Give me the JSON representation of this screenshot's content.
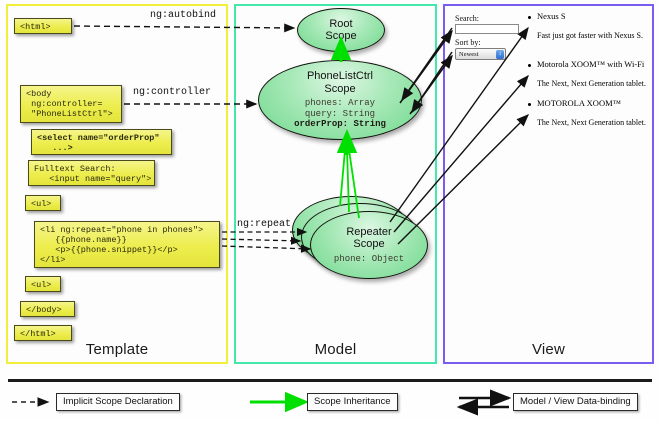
{
  "panels": [
    {
      "key": "template",
      "label": "Template",
      "border_color": "#f2ef3a"
    },
    {
      "key": "model",
      "label": "Model",
      "border_color": "#45e8a8"
    },
    {
      "key": "view",
      "label": "View",
      "border_color": "#7b5cf0"
    }
  ],
  "template": {
    "boxes": [
      {
        "name": "html-open-tag",
        "text": "<html>",
        "bold": false
      },
      {
        "name": "body-controller-tag",
        "text": "<body\n ng:controller=\n \"PhoneListCtrl\">",
        "bold": false
      },
      {
        "name": "select-orderprop-tag",
        "text": "<select name=\"orderProp\"\n   ...>",
        "bold": true
      },
      {
        "name": "fulltext-search-input",
        "text": "Fulltext Search:\n   <input name=\"query\">",
        "bold": false
      },
      {
        "name": "ul-open-tag",
        "text": "<ul>",
        "bold": false
      },
      {
        "name": "li-ngrepeat-tag",
        "text": "<li ng:repeat=\"phone in phones\">\n   {{phone.name}}\n   <p>{{phone.snippet}}</p>\n</li>",
        "bold": false
      },
      {
        "name": "ul-close-tag",
        "text": "<ul>",
        "bold": false
      },
      {
        "name": "body-close-tag",
        "text": "</body>",
        "bold": false
      },
      {
        "name": "html-close-tag",
        "text": "</html>",
        "bold": false
      }
    ]
  },
  "model": {
    "scopes": [
      {
        "name": "root-scope",
        "title": "Root\nScope",
        "props": []
      },
      {
        "name": "phonelistctrl-scope",
        "title": "PhoneListCtrl\nScope",
        "props": [
          {
            "text": "phones: Array",
            "bold": false
          },
          {
            "text": "query: String",
            "bold": false
          },
          {
            "text": "orderProp: String",
            "bold": true
          }
        ]
      },
      {
        "name": "repeater-scope",
        "title": "Repeater\nScope",
        "props": [
          {
            "text": "phone: Object",
            "bold": false
          }
        ]
      }
    ]
  },
  "edges": {
    "ng_autobind": "ng:autobind",
    "ng_controller": "ng:controller",
    "ng_repeat": "ng:repeat"
  },
  "view": {
    "search_label": "Search:",
    "search_value": "",
    "sort_label": "Sort by:",
    "sort_value": "Newest",
    "phones": [
      {
        "name": "Nexus S",
        "snippet": "Fast just got faster with Nexus S."
      },
      {
        "name": "Motorola XOOM™ with Wi-Fi",
        "snippet": "The Next, Next Generation tablet."
      },
      {
        "name": "MOTOROLA XOOM™",
        "snippet": "The Next, Next Generation tablet."
      }
    ]
  },
  "legend": [
    {
      "name": "legend-implicit-scope-declaration",
      "label": "Implicit Scope Declaration",
      "style": "dashed-arrow",
      "color": "#1b1b1b"
    },
    {
      "name": "legend-scope-inheritance",
      "label": "Scope Inheritance",
      "style": "green-arrow",
      "color": "#00e000"
    },
    {
      "name": "legend-model-view-databinding",
      "label": "Model / View Data-binding",
      "style": "double-arrow",
      "color": "#111111"
    }
  ]
}
